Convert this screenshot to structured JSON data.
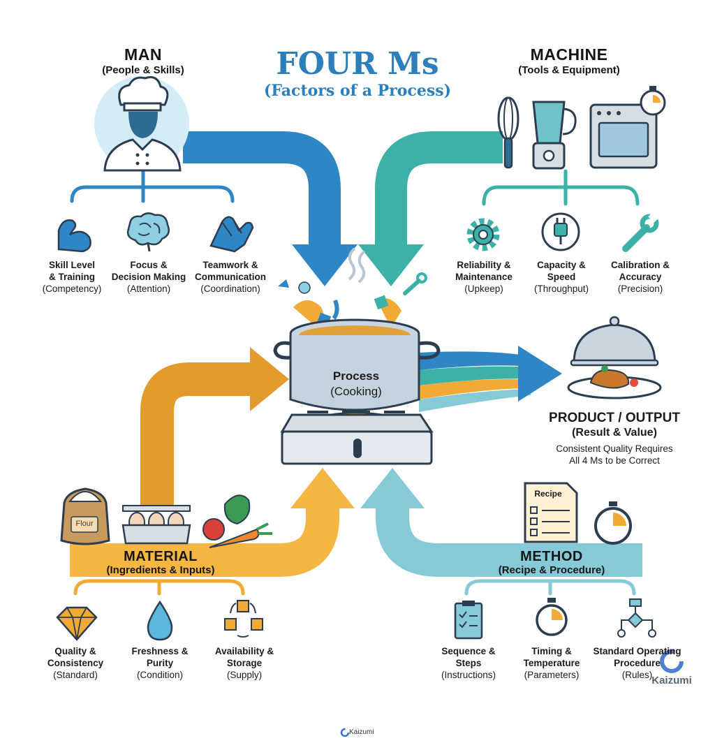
{
  "title": {
    "main": "FOUR Ms",
    "subtitle": "(Factors of a Process)"
  },
  "man": {
    "name": "MAN",
    "sub": "(People & Skills)",
    "items": [
      {
        "l1": "Skill Level",
        "l2": "& Training",
        "l3": "(Competency)",
        "icon": "muscle-arm-icon"
      },
      {
        "l1": "Focus &",
        "l2": "Decision Making",
        "l3": "(Attention)",
        "icon": "brain-icon"
      },
      {
        "l1": "Teamwork &",
        "l2": "Communication",
        "l3": "(Coordination)",
        "icon": "clasped-hands-icon"
      }
    ]
  },
  "machine": {
    "name": "MACHINE",
    "sub": "(Tools & Equipment)",
    "items": [
      {
        "l1": "Reliability &",
        "l2": "Maintenance",
        "l3": "(Upkeep)",
        "icon": "gear-icon"
      },
      {
        "l1": "Capacity &",
        "l2": "Speed",
        "l3": "(Throughput)",
        "icon": "power-plug-icon"
      },
      {
        "l1": "Calibration &",
        "l2": "Accuracy",
        "l3": "(Precision)",
        "icon": "wrench-icon"
      }
    ]
  },
  "process": {
    "l1": "Process",
    "l2": "(Cooking)"
  },
  "output": {
    "name": "PRODUCT / OUTPUT",
    "sub": "(Result & Value)",
    "note1": "Consistent Quality Requires",
    "note2": "All 4 Ms to be Correct"
  },
  "material": {
    "name": "MATERIAL",
    "sub": "(Ingredients & Inputs)",
    "flour_label": "Flour",
    "items": [
      {
        "l1": "Quality &",
        "l2": "Consistency",
        "l3": "(Standard)",
        "icon": "diamond-icon"
      },
      {
        "l1": "Freshness &",
        "l2": "Purity",
        "l3": "(Condition)",
        "icon": "water-drop-icon"
      },
      {
        "l1": "Availability &",
        "l2": "Storage",
        "l3": "(Supply)",
        "icon": "box-cycle-icon"
      }
    ]
  },
  "method": {
    "name": "METHOD",
    "sub": "(Recipe & Procedure)",
    "recipe_label": "Recipe",
    "items": [
      {
        "l1": "Sequence &",
        "l2": "Steps",
        "l3": "(Instructions)",
        "icon": "checklist-icon"
      },
      {
        "l1": "Timing &",
        "l2": "Temperature",
        "l3": "(Parameters)",
        "icon": "stopwatch-icon"
      },
      {
        "l1": "Standard Operating",
        "l2": "Procedure",
        "l3": "(Rules)",
        "icon": "flowchart-icon"
      }
    ]
  },
  "watermark": {
    "text": "Kaizumi",
    "footer": "Kaizumi"
  },
  "colors": {
    "man": "#2f86c4",
    "machine": "#3cb1a8",
    "material": "#f0aa35",
    "method": "#86c9d7",
    "title": "#2c7fba",
    "steel": "#b7c7d4",
    "outline": "#2c3d4f"
  }
}
